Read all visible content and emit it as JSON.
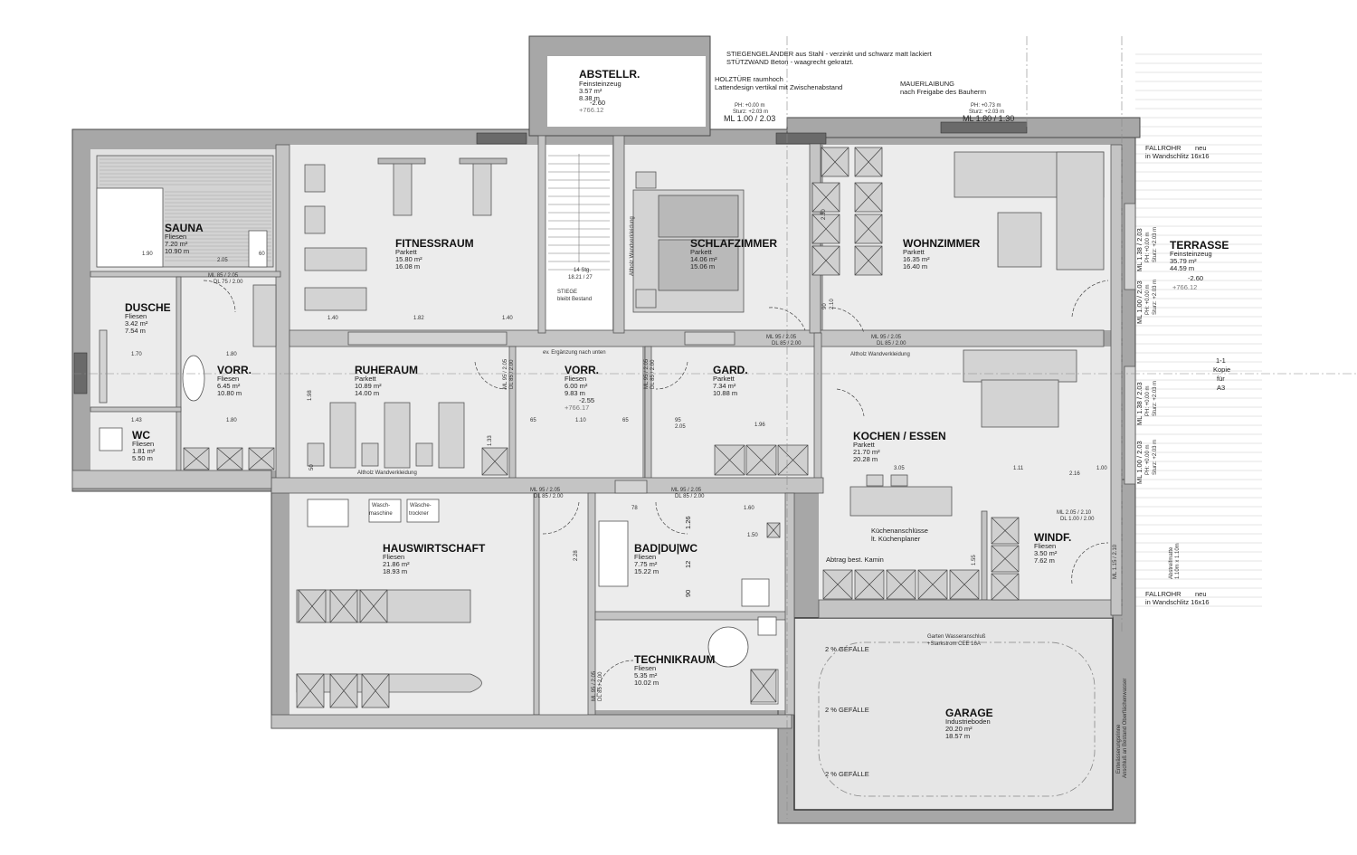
{
  "rooms": {
    "abstellr": {
      "name": "ABSTELLR.",
      "floor": "Feinsteinzeug",
      "area": "3.57 m²",
      "perimeter": "8.38 m",
      "level": "-2.60",
      "abs": "+766.12"
    },
    "sauna": {
      "name": "SAUNA",
      "floor": "Fliesen",
      "area": "7.20 m²",
      "perimeter": "10.90 m"
    },
    "dusche": {
      "name": "DUSCHE",
      "floor": "Fliesen",
      "area": "3.42 m²",
      "perimeter": "7.54 m"
    },
    "wc": {
      "name": "WC",
      "floor": "Fliesen",
      "area": "1.81 m²",
      "perimeter": "5.50 m"
    },
    "vorr1": {
      "name": "VORR.",
      "floor": "Fliesen",
      "area": "6.45 m²",
      "perimeter": "10.80 m"
    },
    "fitness": {
      "name": "FITNESSRAUM",
      "floor": "Parkett",
      "area": "15.80 m²",
      "perimeter": "16.08 m"
    },
    "ruheraum": {
      "name": "RUHERAUM",
      "floor": "Parkett",
      "area": "10.89 m²",
      "perimeter": "14.00 m"
    },
    "vorr2": {
      "name": "VORR.",
      "floor": "Fliesen",
      "area": "6.00 m²",
      "perimeter": "9.83 m",
      "level": "-2.55",
      "abs": "+766.17"
    },
    "schlaf": {
      "name": "SCHLAFZIMMER",
      "floor": "Parkett",
      "area": "14.06 m²",
      "perimeter": "15.06 m"
    },
    "gard": {
      "name": "GARD.",
      "floor": "Parkett",
      "area": "7.34 m²",
      "perimeter": "10.88 m"
    },
    "wohn": {
      "name": "WOHNZIMMER",
      "floor": "Parkett",
      "area": "16.35 m²",
      "perimeter": "16.40 m"
    },
    "terrasse": {
      "name": "TERRASSE",
      "floor": "Feinsteinzeug",
      "area": "35.79 m²",
      "perimeter": "44.59 m",
      "level": "-2.60",
      "abs": "+766.12"
    },
    "kochen": {
      "name": "KOCHEN / ESSEN",
      "floor": "Parkett",
      "area": "21.70 m²",
      "perimeter": "20.28 m"
    },
    "hausw": {
      "name": "HAUSWIRTSCHAFT",
      "floor": "Fliesen",
      "area": "21.86 m²",
      "perimeter": "18.93 m"
    },
    "bad": {
      "name": "BAD|DU|WC",
      "floor": "Fliesen",
      "area": "7.75 m²",
      "perimeter": "15.22 m"
    },
    "technik": {
      "name": "TECHNIKRAUM",
      "floor": "Fliesen",
      "area": "5.35 m²",
      "perimeter": "10.02 m"
    },
    "windf": {
      "name": "WINDF.",
      "floor": "Fliesen",
      "area": "3.50 m²",
      "perimeter": "7.62 m"
    },
    "garage": {
      "name": "GARAGE",
      "floor": "Industrieboden",
      "area": "20.20 m²",
      "perimeter": "18.57 m"
    }
  },
  "notes": {
    "stiegen1": "STIEGENGELÄNDER aus Stahl - verzinkt und schwarz matt lackiert",
    "stiegen2": "STÜTZWAND Beton - waagrecht gekratzt.",
    "holz1": "HOLZTÜRE raumhoch",
    "holz2": "Lattendesign vertikal mit Zwischenabstand",
    "mauer1": "MAUERLAIBUNG",
    "mauer2": "nach Freigabe des Bauherrn",
    "ph1": "PH: +0.00 m",
    "sturz1": "Sturz: +2.03 m",
    "ml1": "ML 1.00 / 2.03",
    "ph2": "PH: +0.73 m",
    "sturz2": "Sturz: +2.03 m",
    "ml2": "ML 1.80 / 1.30",
    "fallrohr": "FALLROHR",
    "neu": "neu",
    "wandschlitz": "in Wandschlitz 16x16",
    "stiege1": "14 Stg.",
    "stiege2": "18.21 / 27",
    "stiege3": "STIEGE",
    "stiege4": "bleibt Bestand",
    "ergaenzung": "ev. Ergänzung nach unten",
    "altholz_v": "Altholz Wandverkleidung",
    "altholz1": "Altholz Wandverkleidung",
    "altholz2": "Altholz Wandverkleidung",
    "kopie1": "1-1",
    "kopie2": "Kopie",
    "kopie3": "für",
    "kopie4": "A3",
    "kuechen1": "Küchenanschlüsse",
    "kuechen2": "lt. Küchenplaner",
    "abtrag": "Abtrag best. Kamin",
    "wasch1": "Wasch-",
    "wasch2": "maschine",
    "trock1": "Wäsche-",
    "trock2": "trockner",
    "garten1": "Garten Wasseranschluß",
    "garten2": "+Starkstrom CEE 16A",
    "gefaelle": "2 % GEFÄLLE",
    "entw1": "Entwässerungsrinne",
    "entw2": "Anschluß an Bestand Oberflächenwasser",
    "abstreif1": "Abstreifmatte",
    "abstreif2": "1.10m x 1.10m"
  },
  "openings": {
    "ml85": "ML 85 / 2.05",
    "dl75": "DL 75 / 2.00",
    "ml95": "ML 95 / 2.05",
    "dl85": "DL 85 / 2.00",
    "ml205": "ML 2.05 / 2.10",
    "dl100": "DL 1.00 / 2.00",
    "ml138": "ML 1.38 / 2.03",
    "ml100": "ML 1.00 / 2.03",
    "ph0": "PH: +0.00 m",
    "sturz": "Sturz: +2.03 m",
    "ml115": "ML 1.15 / 2.10"
  },
  "dims": {
    "d190": "1.90",
    "d60": "60",
    "d205": "2.05",
    "d140": "1.40",
    "d182": "1.82",
    "d170": "1.70",
    "d180": "1.80",
    "d143": "1.43",
    "d198": "1.98",
    "d65": "65",
    "d110": "1.10",
    "d196": "1.96",
    "d95": "95",
    "d305": "3.05",
    "d111": "1.11",
    "d216": "2.16",
    "d126": "1.26",
    "d150": "1.50",
    "d90": "90",
    "d228": "2.28",
    "d155": "1.55",
    "d210": "2.10",
    "d12": "12",
    "d78": "78",
    "d133": "1.33",
    "d160": "1.60",
    "d50": "50",
    "d100": "1.00",
    "d230": "2.30"
  }
}
